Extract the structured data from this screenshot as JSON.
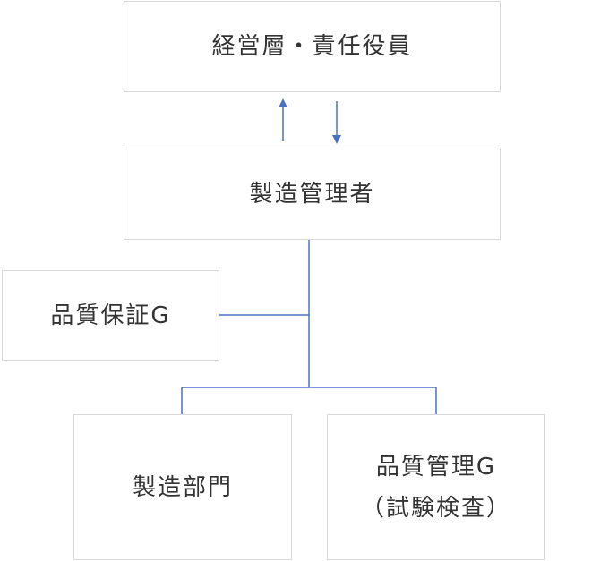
{
  "nodes": {
    "executive": "経営層・責任役員",
    "manager": "製造管理者",
    "quality_assurance": "品質保証G",
    "manufacturing": "製造部門",
    "quality_control_line1": "品質管理G",
    "quality_control_line2": "（試験検査）"
  },
  "colors": {
    "connector": "#4a72c4",
    "box_border": "#d9d9d9",
    "text": "#333333"
  }
}
